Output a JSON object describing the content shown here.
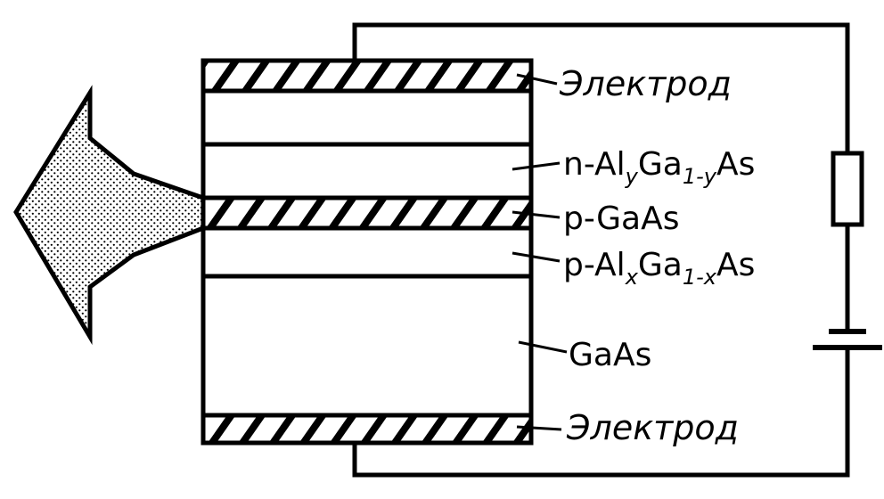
{
  "labels": {
    "electrode_top": "Электрод",
    "electrode_bottom": "Электрод",
    "n_layer": {
      "prefix": "n-Al",
      "sub1": "y",
      "mid": "Ga",
      "sub2": "1-y",
      "suffix": "As"
    },
    "active_layer": "p-GaAs",
    "p_layer": {
      "prefix": "p-Al",
      "sub1": "x",
      "mid": "Ga",
      "sub2": "1-x",
      "suffix": "As"
    },
    "substrate": "GaAs"
  },
  "colors": {
    "ink": "#000000",
    "background": "#ffffff"
  },
  "icons": {
    "emission_arrow": "left-arrow-stippled",
    "resistor": "resistor-symbol",
    "battery": "battery-symbol"
  }
}
